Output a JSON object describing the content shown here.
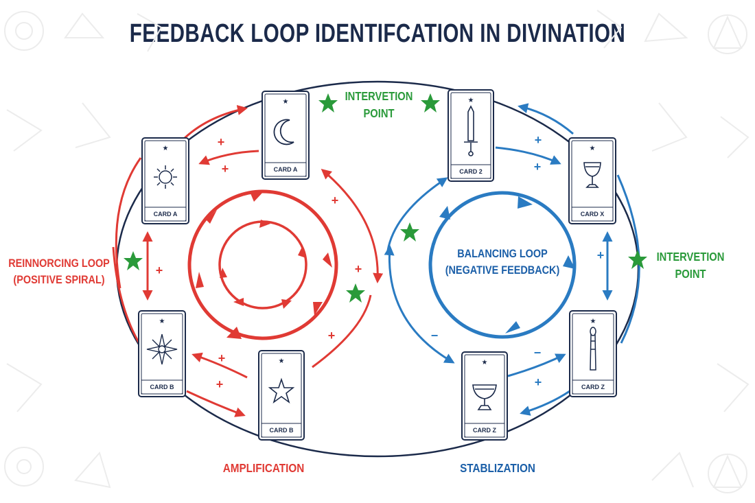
{
  "title": "FEEDBACK LOOP IDENTIFCATION IN DIVINATION",
  "colors": {
    "navy": "#1b2a4a",
    "red": "#e03a34",
    "blue": "#2a7bc2",
    "green": "#2a9a3a",
    "faint": "#eeeeee"
  },
  "labels": {
    "reinforcing_line1": "REINNORCING LOOP",
    "reinforcing_line2": "(POSITIVE SPIRAL)",
    "balancing_line1": "BALANCING LOOP",
    "balancing_line2": "(NEGATIVE FEEDBACK)",
    "intervention_top_line1": "INTERVETION",
    "intervention_top_line2": "POINT",
    "intervention_right_line1": "INTERVETION",
    "intervention_right_line2": "POINT",
    "amplification": "AMPLIFICATION",
    "stabilization": "STABLIZATION"
  },
  "cards": [
    {
      "label": "CARD A",
      "symbol": "sun-icon"
    },
    {
      "label": "CARD A",
      "symbol": "moon-icon"
    },
    {
      "label": "CARD 2",
      "symbol": "sword-icon"
    },
    {
      "label": "CARD X",
      "symbol": "chalice-icon"
    },
    {
      "label": "CARD B",
      "symbol": "compass-star-icon"
    },
    {
      "label": "CARD B",
      "symbol": "star-icon"
    },
    {
      "label": "CARD Z",
      "symbol": "chalice-icon"
    },
    {
      "label": "CARD Z",
      "symbol": "wand-icon"
    }
  ],
  "signs": {
    "plus": "+",
    "minus": "−"
  }
}
